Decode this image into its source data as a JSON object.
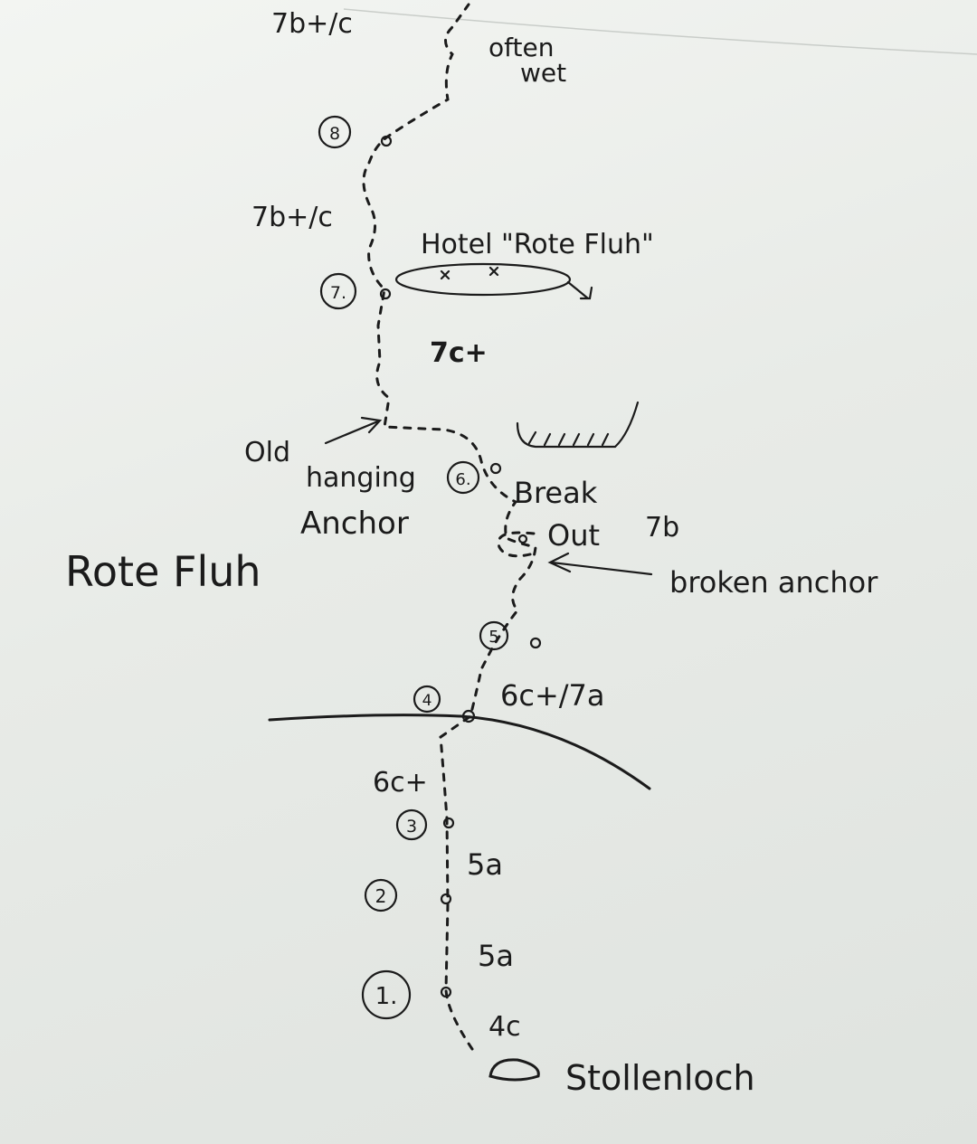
{
  "title": "Rote Fluh",
  "start": "Stollenloch",
  "notes": {
    "often_wet": [
      "often",
      "wet"
    ],
    "hotel": "Hotel \"Rote Fluh\"",
    "old_anchor": [
      "Old",
      "hanging",
      "Anchor"
    ],
    "break_out": [
      "Break",
      "Out"
    ],
    "broken_anchor": "broken anchor"
  },
  "belays": [
    "1",
    "2",
    "3",
    "4",
    "5",
    "6",
    "7",
    "8"
  ],
  "belay_labels": [
    "1.",
    "2",
    "3",
    "4",
    "5",
    "6.",
    "7.",
    "8"
  ],
  "grades": {
    "top": "7b+/c",
    "p8": "7b+/c",
    "p7": "7c+",
    "breakout": "7b",
    "p5": "6c+/7a",
    "p4": "6c+",
    "p3": "5a",
    "p2": "5a",
    "p1": "4c"
  },
  "colors": {
    "ink": "#1b1b1b",
    "paper": "#eef1ee"
  }
}
